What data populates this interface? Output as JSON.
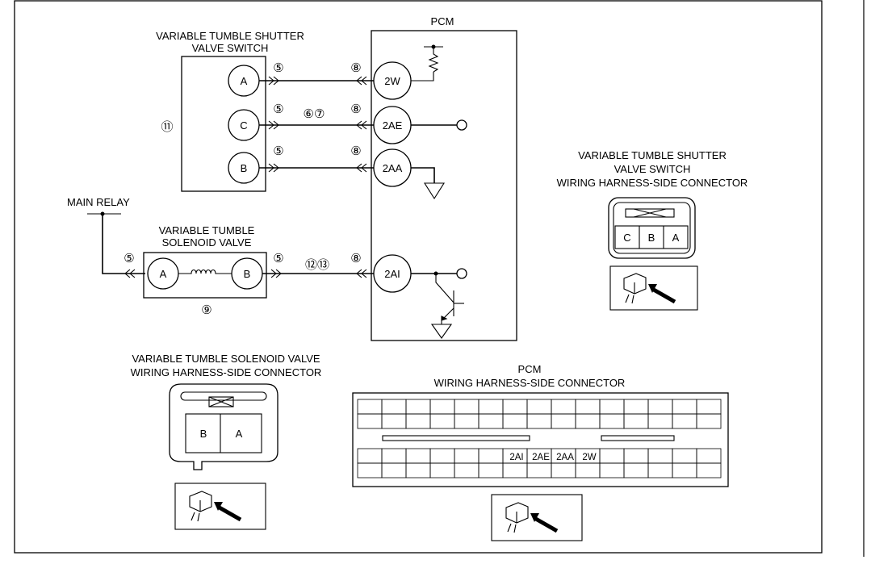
{
  "pcm_title": "PCM",
  "switch": {
    "title_line1": "VARIABLE TUMBLE SHUTTER",
    "title_line2": "VALVE SWITCH",
    "ref": "⑪",
    "pins": [
      "A",
      "C",
      "B"
    ]
  },
  "pcm_pins": [
    "2W",
    "2AE",
    "2AA",
    "2AI"
  ],
  "wire_refs": {
    "switch_side": "⑤",
    "middle": "⑥⑦",
    "pcm_side": "⑧",
    "solenoid_mid": "⑫⑬"
  },
  "main_relay": "MAIN RELAY",
  "solenoid": {
    "title_line1": "VARIABLE TUMBLE",
    "title_line2": "SOLENOID VALVE",
    "pins": [
      "A",
      "B"
    ],
    "ref": "⑨"
  },
  "switch_connector": {
    "title_line1": "VARIABLE TUMBLE SHUTTER",
    "title_line2": "VALVE SWITCH",
    "title_line3": "WIRING HARNESS-SIDE CONNECTOR",
    "pins": [
      "C",
      "B",
      "A"
    ]
  },
  "solenoid_connector": {
    "title_line1": "VARIABLE TUMBLE SOLENOID VALVE",
    "title_line2": "WIRING HARNESS-SIDE CONNECTOR",
    "pins": [
      "B",
      "A"
    ]
  },
  "pcm_connector": {
    "title_line1": "PCM",
    "title_line2": "WIRING HARNESS-SIDE CONNECTOR",
    "pins": [
      "2AI",
      "2AE",
      "2AA",
      "2W"
    ]
  }
}
